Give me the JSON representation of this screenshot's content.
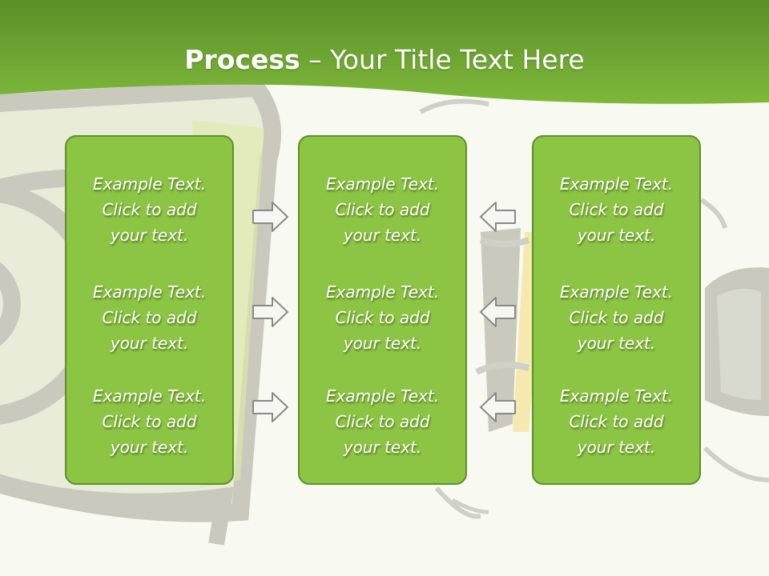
{
  "slide": {
    "title_strong": "Process",
    "title_rest": " – Your Title Text Here"
  },
  "columns": [
    {
      "blocks": [
        {
          "line1": "Example Text.",
          "line2": "Click  to add",
          "line3": "your text."
        },
        {
          "line1": "Example Text.",
          "line2": "Click  to add",
          "line3": "your text."
        },
        {
          "line1": "Example Text.",
          "line2": "Click  to add",
          "line3": "your text."
        }
      ]
    },
    {
      "blocks": [
        {
          "line1": "Example Text.",
          "line2": "Click  to add",
          "line3": "your text."
        },
        {
          "line1": "Example Text.",
          "line2": "Click  to add",
          "line3": "your text."
        },
        {
          "line1": "Example Text.",
          "line2": "Click  to add",
          "line3": "your text."
        }
      ]
    },
    {
      "blocks": [
        {
          "line1": "Example Text.",
          "line2": "Click  to add",
          "line3": "your text."
        },
        {
          "line1": "Example Text.",
          "line2": "Click  to add",
          "line3": "your text."
        },
        {
          "line1": "Example Text.",
          "line2": "Click  to add",
          "line3": "your text."
        }
      ]
    }
  ],
  "arrows": {
    "left_group": [
      "arrow-right-icon",
      "arrow-right-icon",
      "arrow-right-icon"
    ],
    "right_group": [
      "arrow-left-icon",
      "arrow-left-icon",
      "arrow-left-icon"
    ]
  },
  "colors": {
    "header_green": "#6aa332",
    "panel_fill": "#8cc443",
    "panel_border": "#5f8f2c",
    "background": "#f8faf2"
  }
}
